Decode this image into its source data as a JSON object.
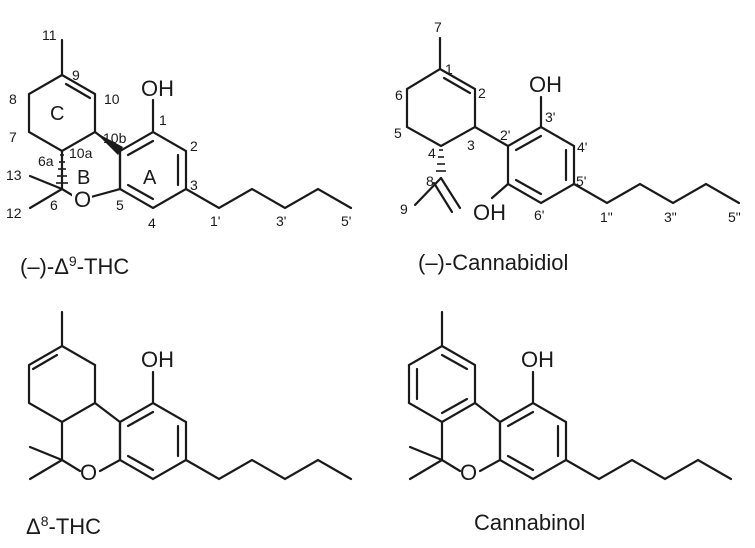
{
  "molecules": [
    {
      "caption": {
        "prefix": "(–)-Δ",
        "sup": "9",
        "suffix": "-THC"
      },
      "atoms": {
        "oh": "OH",
        "o": "O"
      },
      "rings": {
        "a": "A",
        "b": "B",
        "c": "C"
      },
      "numbers": [
        "11",
        "9",
        "10",
        "8",
        "7",
        "1",
        "2",
        "10b",
        "10a",
        "6a",
        "3",
        "13",
        "12",
        "6",
        "5",
        "4",
        "1'",
        "3'",
        "5'"
      ]
    },
    {
      "caption": {
        "text": "(–)-Cannabidiol"
      },
      "atoms": {
        "oh_top": "OH",
        "oh_bottom": "OH"
      },
      "numbers": [
        "7",
        "1",
        "2",
        "6",
        "5",
        "3",
        "2'",
        "3'",
        "4'",
        "4",
        "8",
        "9",
        "6'",
        "5'",
        "1\"",
        "3\"",
        "5\""
      ]
    },
    {
      "caption": {
        "prefix": "Δ",
        "sup": "8",
        "suffix": "-THC"
      },
      "atoms": {
        "oh": "OH",
        "o": "O"
      }
    },
    {
      "caption": {
        "text": "Cannabinol"
      },
      "atoms": {
        "oh": "OH",
        "o": "O"
      }
    }
  ]
}
